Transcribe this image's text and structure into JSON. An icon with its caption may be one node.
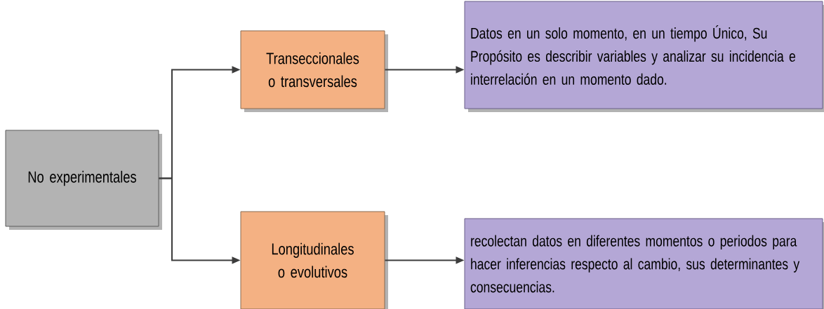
{
  "diagram": {
    "nodes": [
      {
        "text": [
          "No experimentales"
        ]
      },
      {
        "text": [
          "Transeccionales o transversales"
        ]
      },
      {
        "text": [
          "Datos en un solo momento, en un tiempo Único, Su Propósito es describir variables y analizar su incidencia e interrelación en un momento dado."
        ]
      },
      {
        "text": [
          "Longitudinales o evolutivos"
        ]
      },
      {
        "text": [
          "recolectan datos en diferentes momentos o periodos para hacer inferencias respecto al cambio, sus determinantes y consecuencias."
        ]
      }
    ],
    "edges": [
      {
        "from": 0,
        "to": 1,
        "arrow": "to"
      },
      {
        "from": 0,
        "to": 3,
        "arrow": "to"
      },
      {
        "from": 1,
        "to": 2,
        "arrow": "to"
      },
      {
        "from": 3,
        "to": 4,
        "arrow": "to"
      }
    ]
  }
}
